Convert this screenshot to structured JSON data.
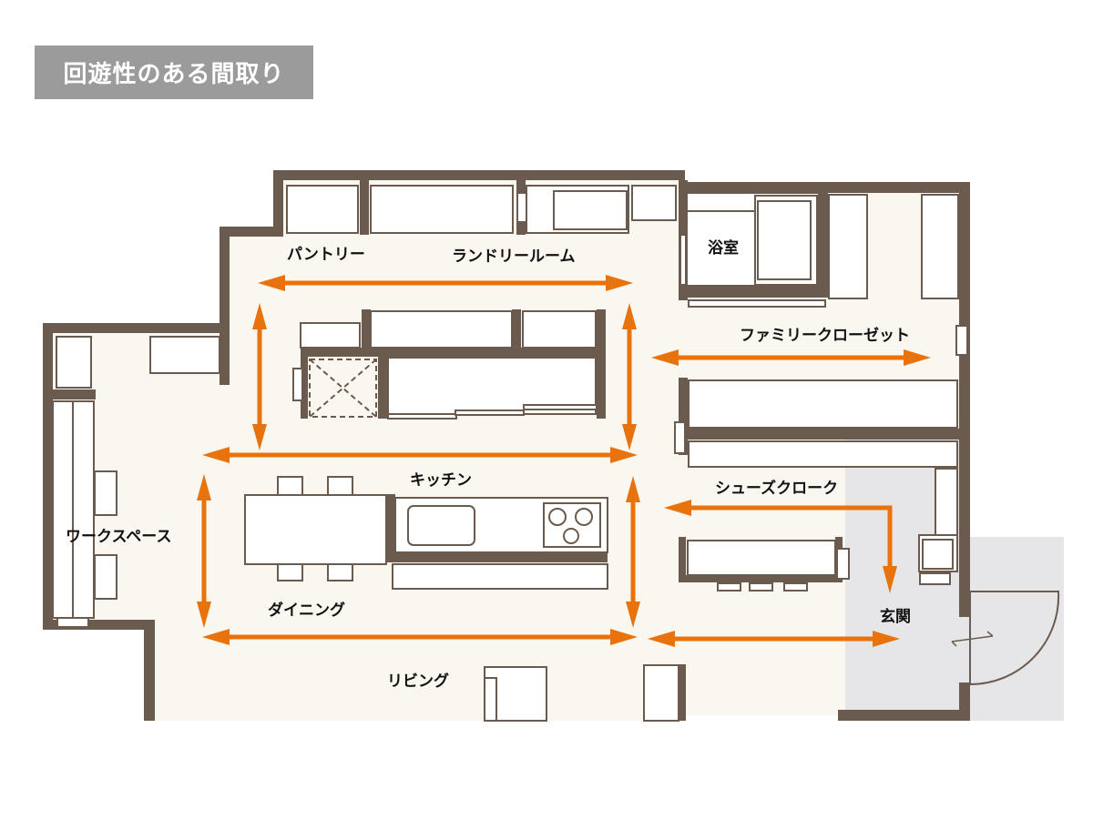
{
  "title": "回遊性のある間取り",
  "rooms": {
    "pantry": "パントリー",
    "laundry_room": "ランドリールーム",
    "bathroom": "浴室",
    "family_closet": "ファミリークローゼット",
    "workspace": "ワークスペース",
    "kitchen": "キッチン",
    "dining": "ダイニング",
    "shoes_cloak": "シューズクローク",
    "entrance": "玄関",
    "living": "リビング"
  },
  "colors": {
    "wall": "#6b5a4e",
    "floor": "#faf6f0",
    "entrance_floor": "#e6e6e8",
    "arrow": "#e8720c",
    "title_bg": "#9b9b9b"
  }
}
